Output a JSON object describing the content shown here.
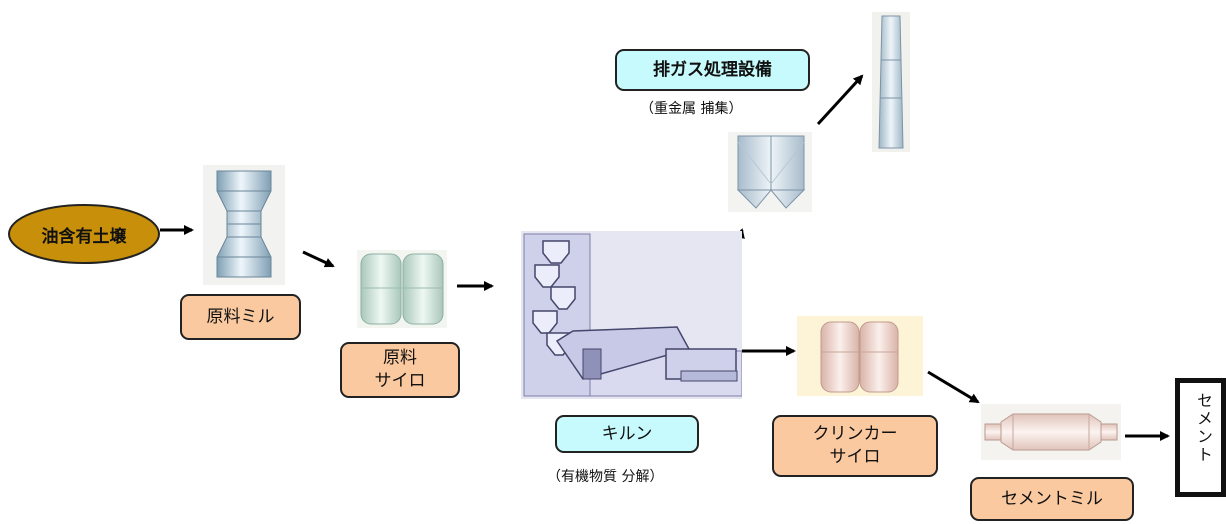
{
  "soil": "油含有土壌",
  "raw_mill": "原料ミル",
  "raw_silo": [
    "原料",
    "サイロ"
  ],
  "kiln": "キルン",
  "kiln_note": "（有機物質 分解）",
  "exhaust": "排ガス処理設備",
  "exhaust_note": "（重金属 捕集）",
  "clinker_silo": [
    "クリンカー",
    "サイロ"
  ],
  "cement_mill": "セメントミル",
  "product": "セメント",
  "colors": {
    "soil_fill": "#c8900a",
    "orange_label": "#fbc99f",
    "cyan_label": "#c7fafc",
    "arrow": "#000000"
  }
}
